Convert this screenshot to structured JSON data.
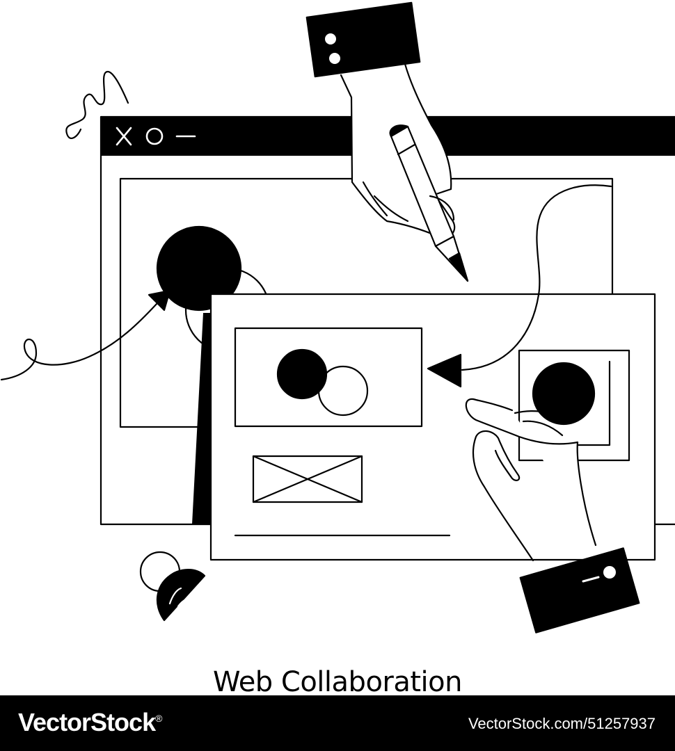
{
  "caption": "Web Collaboration",
  "footer": {
    "brand": "VectorStock",
    "brand_mark": "®",
    "stock_id": "VectorStock.com/51257937"
  },
  "window_controls": [
    "close-icon",
    "maximize-icon",
    "minimize-icon"
  ],
  "colors": {
    "ink": "#000000",
    "paper": "#ffffff",
    "footer_bg": "#000000",
    "footer_text": "#ffffff"
  }
}
